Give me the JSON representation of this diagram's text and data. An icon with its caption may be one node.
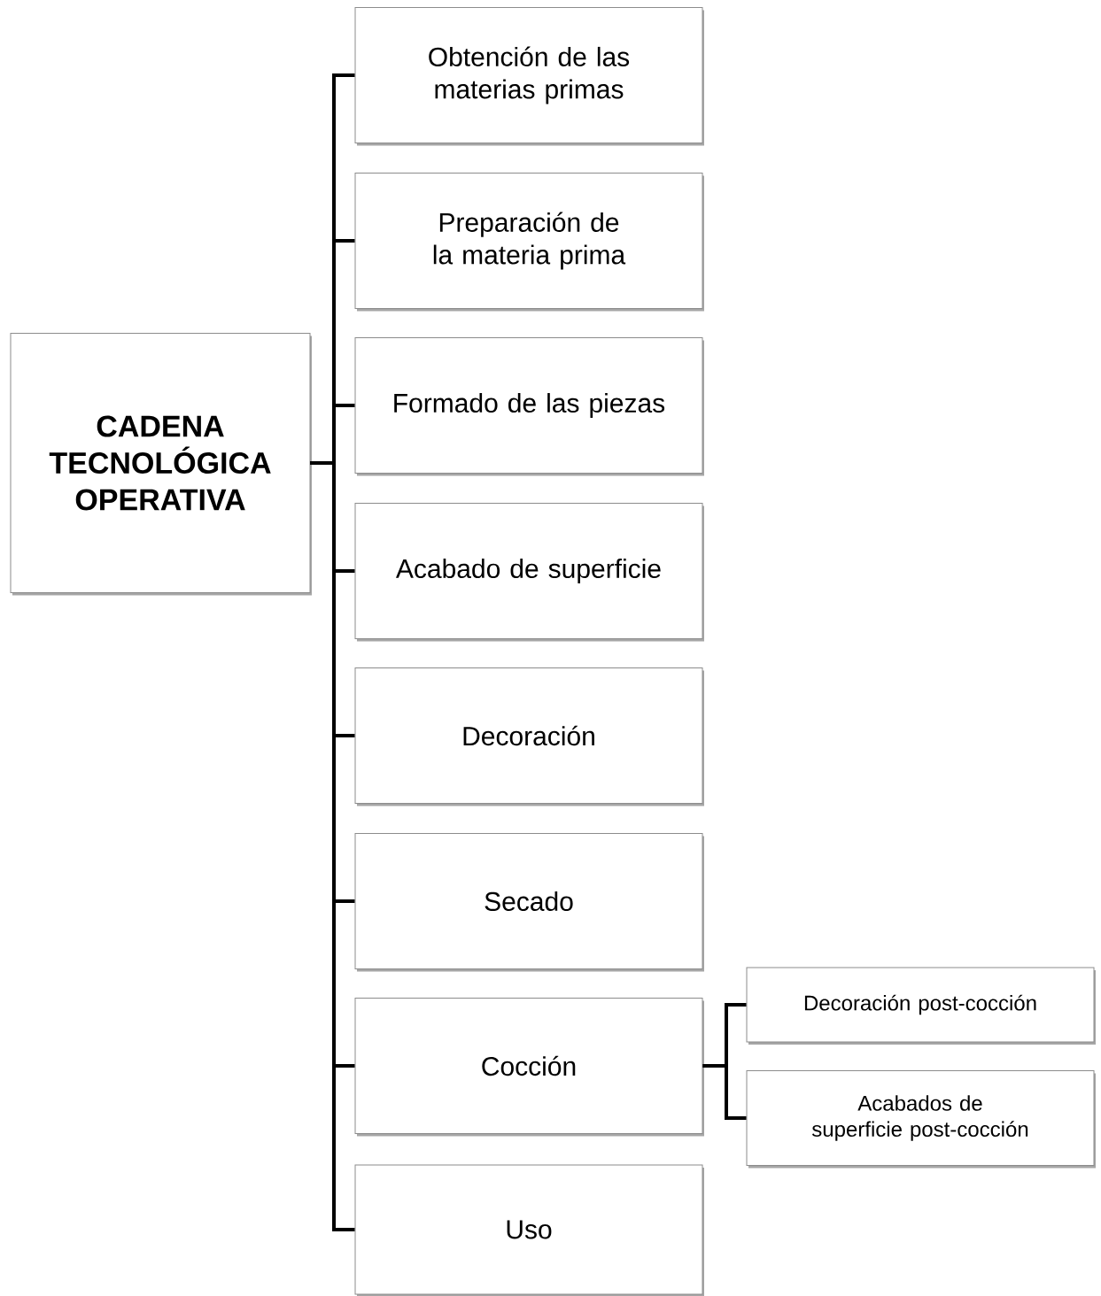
{
  "diagram": {
    "nodes": [
      {
        "text": [
          "CADENA TECNOLÓGICA OPERATIVA"
        ]
      },
      {
        "text": [
          "Obtención de las materias primas"
        ]
      },
      {
        "text": [
          "Preparación de la materia prima"
        ]
      },
      {
        "text": [
          "Formado de las piezas"
        ]
      },
      {
        "text": [
          "Acabado de superficie"
        ]
      },
      {
        "text": [
          "Decoración"
        ]
      },
      {
        "text": [
          "Secado"
        ]
      },
      {
        "text": [
          "Cocción"
        ]
      },
      {
        "text": [
          "Decoración post-cocción"
        ]
      },
      {
        "text": [
          "Acabados de superficie post-cocción"
        ]
      },
      {
        "text": [
          "Uso"
        ]
      }
    ],
    "edges": [
      {
        "from": 0,
        "to": 1,
        "arrow": "none"
      },
      {
        "from": 0,
        "to": 2,
        "arrow": "none"
      },
      {
        "from": 0,
        "to": 3,
        "arrow": "none"
      },
      {
        "from": 0,
        "to": 4,
        "arrow": "none"
      },
      {
        "from": 0,
        "to": 5,
        "arrow": "none"
      },
      {
        "from": 0,
        "to": 6,
        "arrow": "none"
      },
      {
        "from": 0,
        "to": 7,
        "arrow": "none"
      },
      {
        "from": 0,
        "to": 10,
        "arrow": "none"
      },
      {
        "from": 7,
        "to": 8,
        "arrow": "none"
      },
      {
        "from": 7,
        "to": 9,
        "arrow": "none"
      }
    ]
  }
}
